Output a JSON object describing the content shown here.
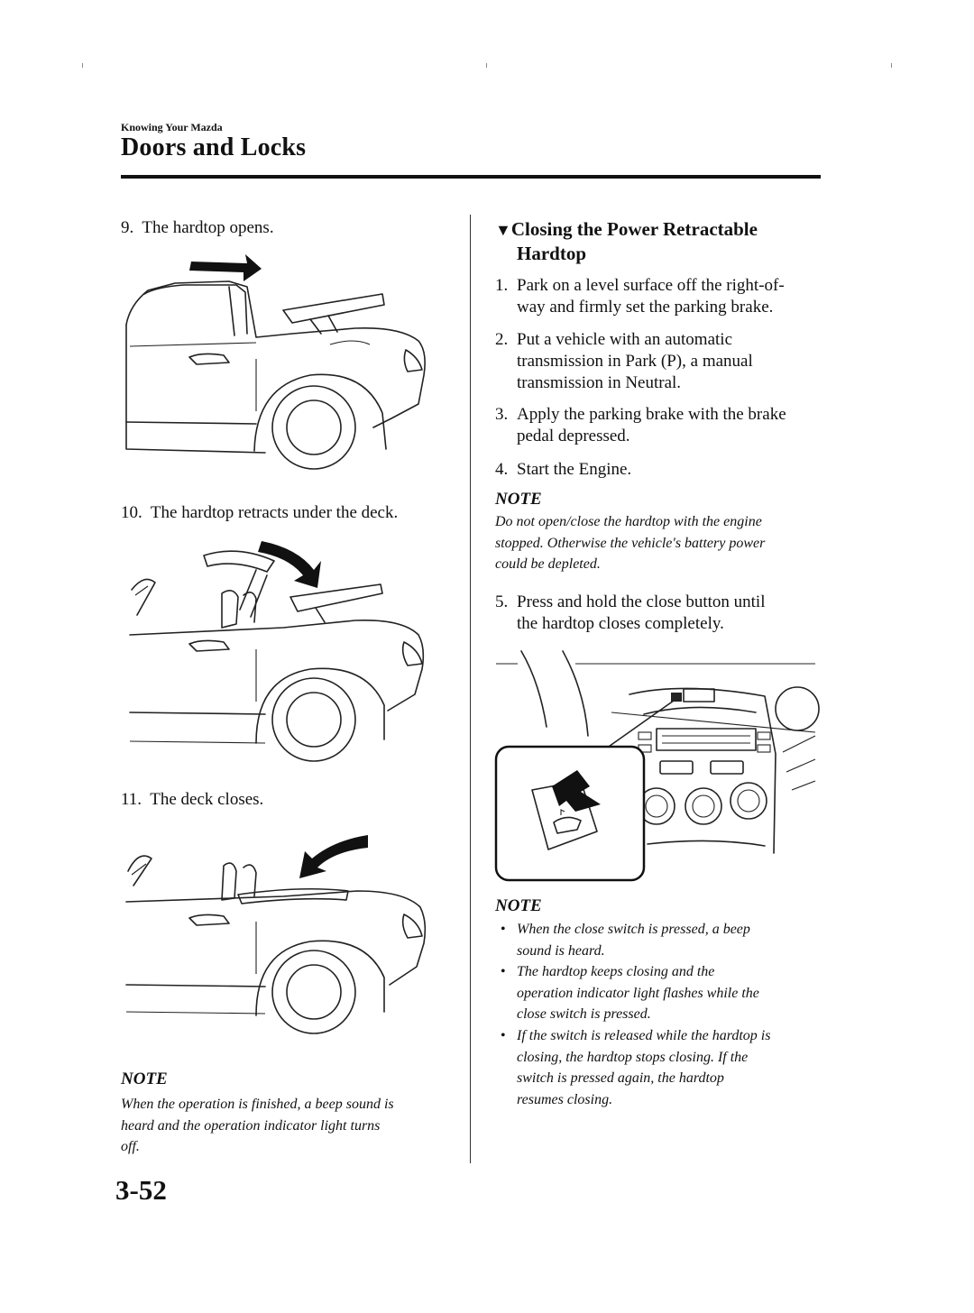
{
  "header": {
    "breadcrumb": "Knowing Your Mazda",
    "title": "Doors and Locks"
  },
  "left": {
    "step9": {
      "num": "9.",
      "text": "The hardtop opens."
    },
    "step10": {
      "num": "10.",
      "text": "The hardtop retracts under the deck."
    },
    "step11": {
      "num": "11.",
      "text": "The deck closes."
    },
    "note": {
      "heading": "NOTE",
      "lines": [
        "When the operation is finished, a beep sound is",
        "heard and the operation indicator light turns",
        "off."
      ]
    }
  },
  "right": {
    "heading_marker": "▼",
    "heading_lines": [
      "Closing the Power Retractable",
      "Hardtop"
    ],
    "steps": [
      {
        "num": "1.",
        "lines": [
          "Park on a level surface off the right-of-",
          "way and firmly set the parking brake."
        ]
      },
      {
        "num": "2.",
        "lines": [
          "Put a vehicle with an automatic",
          "transmission in Park (P), a manual",
          "transmission in Neutral."
        ]
      },
      {
        "num": "3.",
        "lines": [
          "Apply the parking brake with the brake",
          "pedal depressed."
        ]
      },
      {
        "num": "4.",
        "lines": [
          "Start the Engine."
        ]
      }
    ],
    "note1": {
      "heading": "NOTE",
      "lines": [
        "Do not open/close the hardtop with the engine",
        "stopped. Otherwise the vehicle's battery power",
        "could be depleted."
      ]
    },
    "step5": {
      "num": "5.",
      "lines": [
        "Press and hold the close button until",
        "the hardtop closes completely."
      ]
    },
    "note2": {
      "heading": "NOTE",
      "bullet_symbol": "•",
      "bullets": [
        {
          "lines": [
            "When the close switch is pressed, a beep",
            "sound is heard."
          ]
        },
        {
          "lines": [
            "The hardtop keeps closing and the",
            "operation indicator light flashes while the",
            "close switch is pressed."
          ]
        },
        {
          "lines": [
            "If the switch is released while the hardtop is",
            "closing, the hardtop stops closing. If the",
            "switch is pressed again, the hardtop",
            "resumes closing."
          ]
        }
      ]
    }
  },
  "footer": {
    "page_number": "3-52"
  },
  "figures": {
    "fig1": "hardtop-opening-illustration",
    "fig2": "hardtop-retracting-illustration",
    "fig3": "deck-closing-illustration",
    "fig4": "close-switch-dashboard-illustration"
  }
}
